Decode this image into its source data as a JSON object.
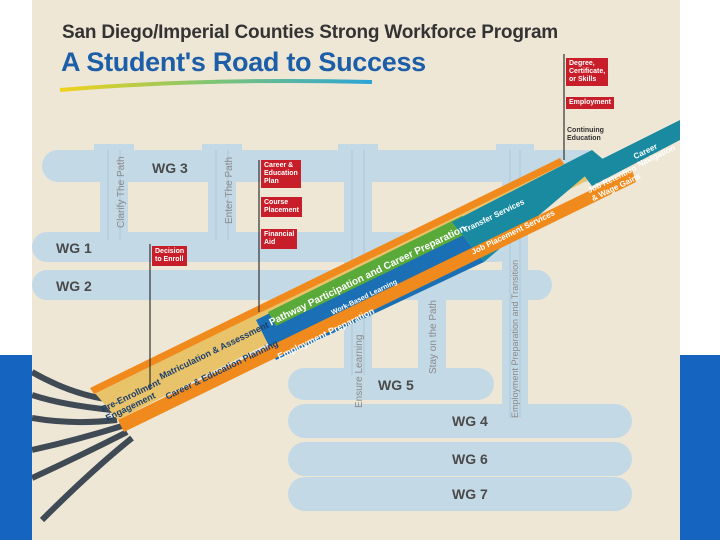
{
  "title_line1": "San Diego/Imperial Counties Strong Workforce Program",
  "title_line2": "A Student's Road to Success",
  "goals": {
    "degree": "Degree,\nCertificate,\nor Skills",
    "employment": "Employment",
    "continuing": "Continuing\nEducation"
  },
  "flags": {
    "career_plan": "Career &\nEducation\nPlan",
    "course_placement": "Course\nPlacement",
    "financial_aid": "Financial\nAid",
    "decision_enroll": "Decision\nto Enroll"
  },
  "work_groups": {
    "wg1": "WG 1",
    "wg2": "WG 2",
    "wg3": "WG 3",
    "wg4": "WG 4",
    "wg5": "WG 5",
    "wg6": "WG 6",
    "wg7": "WG 7"
  },
  "pillars": {
    "clarify": "Clarify The Path",
    "enter": "Enter The Path",
    "ensure": "Ensure Learning",
    "stay": "Stay on the Path",
    "employment_prep": "Employment Preparation and Transition"
  },
  "road": {
    "pre_enrollment": "Pre-Enrollment\nEngagement",
    "matriculation": "Matriculation & Assessment",
    "career_planning": "Career & Education Planning",
    "pathway": "Pathway Participation and Career Preparation",
    "work_based": "Work-Based Learning",
    "employment_prep": "Employment Preparation",
    "transfer": "Transfer Services",
    "job_placement": "Job Placement Services",
    "job_retention": "Job Retention\n& Wage Gains",
    "career_navigation": "Career\nNavigation"
  },
  "colors": {
    "road_blue": "#1a6fb5",
    "road_teal": "#1a8aa0",
    "road_green": "#5aaa3a",
    "road_orange": "#f08a1c",
    "road_gold": "#e8a62a",
    "flag_red": "#c81e2a",
    "title_blue": "#1d5ea8",
    "pillar": "#c3d9e6",
    "background_blue": "#1565c0"
  }
}
